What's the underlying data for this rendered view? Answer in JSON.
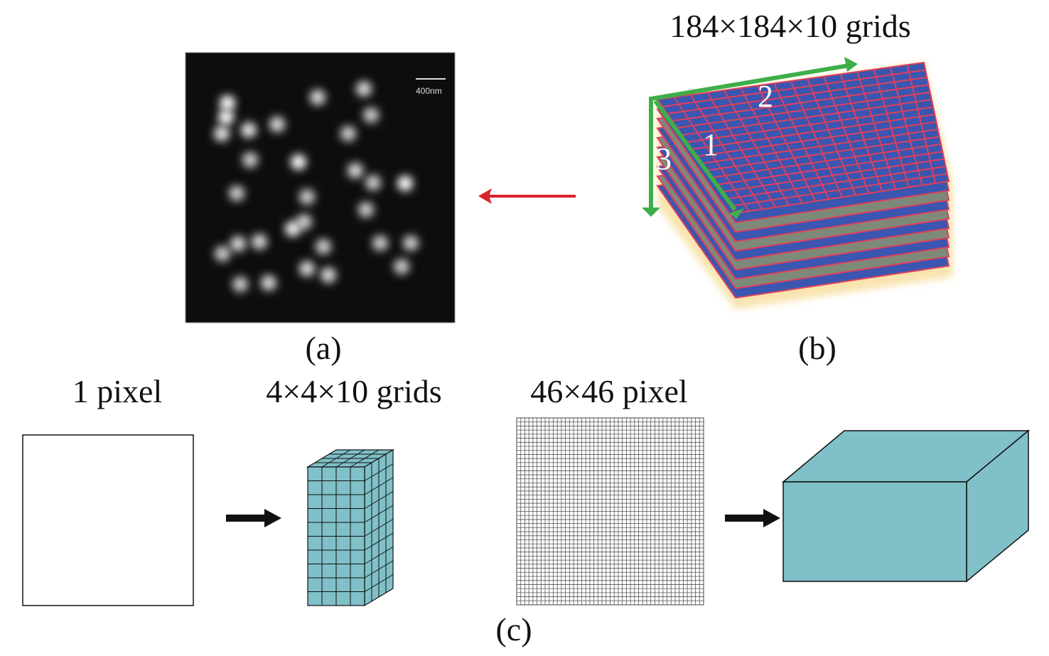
{
  "panel_a": {
    "caption": "(a)",
    "scale_bar_label": "400nm"
  },
  "panel_b": {
    "caption": "(b)",
    "title": "184×184×10 grids",
    "axis_labels": [
      "1",
      "2",
      "3"
    ],
    "colors": {
      "grid_fill": "#3b56b0",
      "grid_line": "#e0405a",
      "axis_arrow": "#3fae49",
      "glow": "#f5d27a"
    }
  },
  "panel_c": {
    "caption": "(c)",
    "label_single_pixel": "1 pixel",
    "label_small_grid": "4×4×10 grids",
    "label_pixel_block": "46×46 pixel",
    "colors": {
      "cuboid_fill": "#80c0c8"
    }
  },
  "arrow_color": "#d8232a"
}
